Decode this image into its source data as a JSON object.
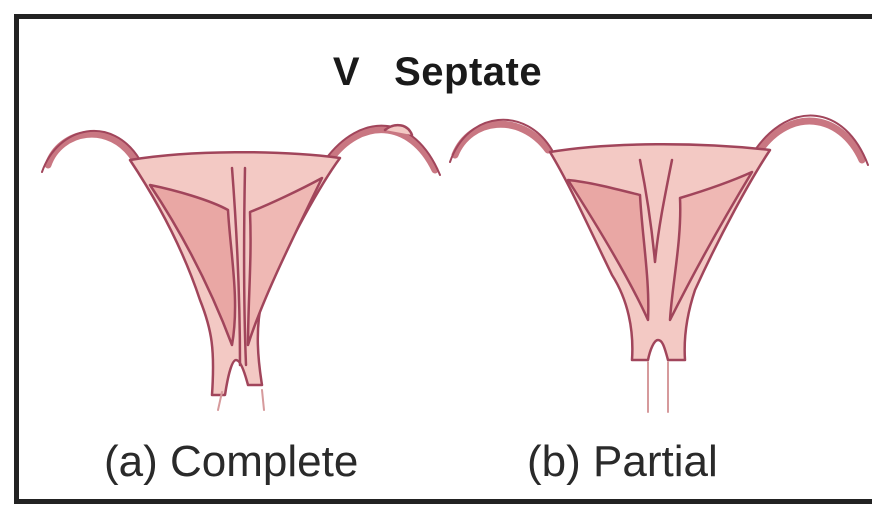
{
  "title": {
    "numeral": "V",
    "text": "Septate"
  },
  "panels": [
    {
      "caption": "(a) Complete"
    },
    {
      "caption": "(b) Partial"
    }
  ],
  "colors": {
    "tissue": "#f3c9c4",
    "tissue_dark": "#e9a7a4",
    "outline": "#a1455b",
    "tube": "#c97782",
    "border": "#222222"
  }
}
